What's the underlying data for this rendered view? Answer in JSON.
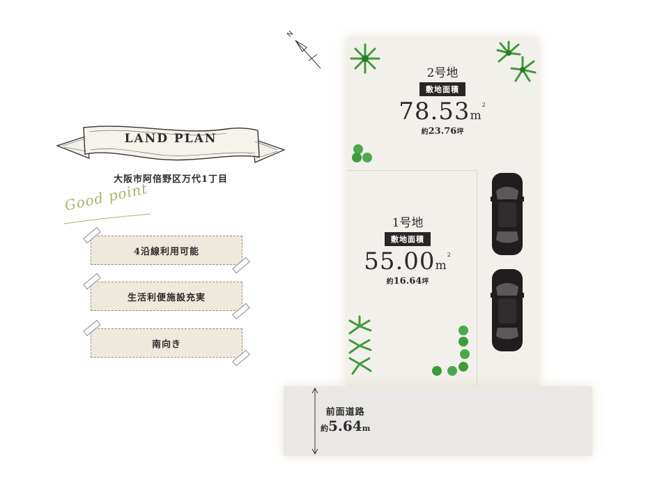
{
  "header": {
    "title": "LAND PLAN",
    "address": "大阪市阿倍野区万代1丁目"
  },
  "good_point": {
    "heading": "Good point",
    "items": [
      "4沿線利用可能",
      "生活利便施設充実",
      "南向き"
    ]
  },
  "compass": {
    "north_label": "N"
  },
  "lots": [
    {
      "name": "2号地",
      "badge": "敷地面積",
      "area_number": "78.53",
      "area_unit": "m",
      "area_sup": "2",
      "tsubo_prefix": "約",
      "tsubo_number": "23.76",
      "tsubo_unit": "坪"
    },
    {
      "name": "1号地",
      "badge": "敷地面積",
      "area_number": "55.00",
      "area_unit": "m",
      "area_sup": "2",
      "tsubo_prefix": "約",
      "tsubo_number": "16.64",
      "tsubo_unit": "坪"
    }
  ],
  "road": {
    "name": "前面道路",
    "width_prefix": "約",
    "width_number": "5.64",
    "width_unit": "m"
  },
  "colors": {
    "accent_green": "#a6b56a",
    "badge_dark": "#2a2626",
    "card_beige": "#efe8dc",
    "lot_fill": "#f2f0eb",
    "road_fill": "#e9e8e6",
    "tree_green": "#3f9a3a"
  },
  "icons": {
    "compass": "north-arrow-icon",
    "car": "car-top-view-icon",
    "tree": "tree-icon",
    "shrub": "shrub-icon",
    "dimension": "dimension-arrow-icon"
  }
}
